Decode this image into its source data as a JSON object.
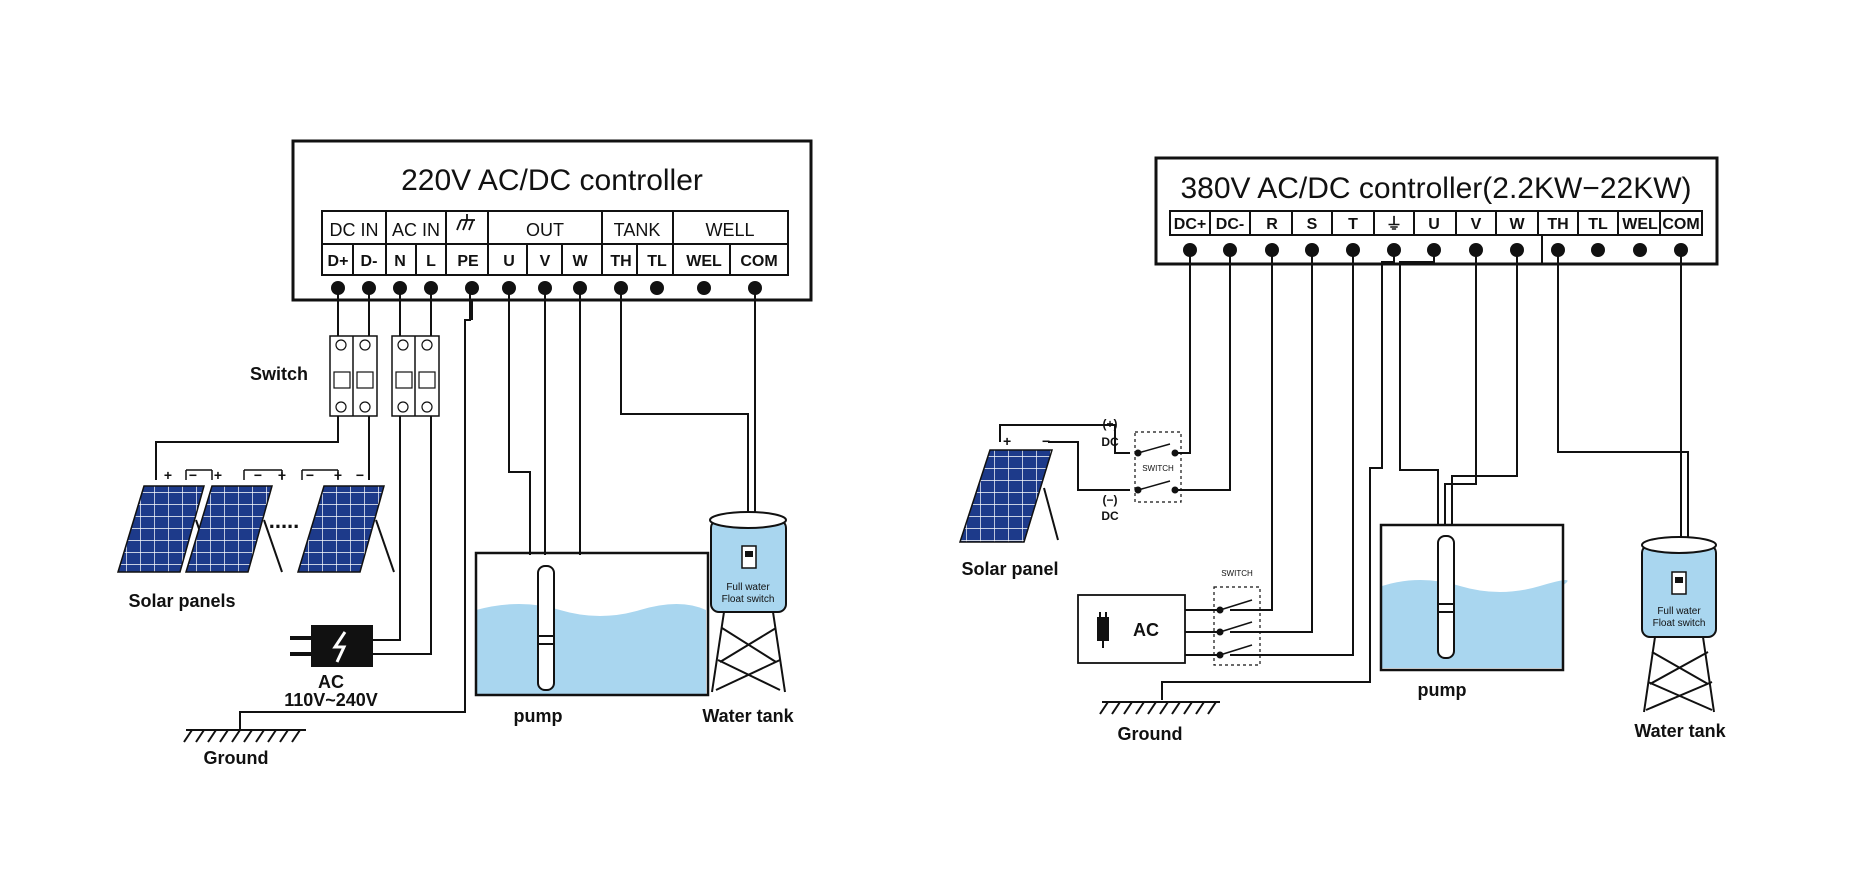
{
  "colors": {
    "line": "#111111",
    "water": "#a9d6ef",
    "panel": "#1d3a8a",
    "panel_grid": "#ffffff",
    "background": "#ffffff"
  },
  "left": {
    "title": "220V AC/DC controller",
    "groups": [
      "DC IN",
      "AC IN",
      "OUT",
      "TANK",
      "WELL"
    ],
    "ground_symbol": "ground-symbol-icon",
    "terminals": [
      "D+",
      "D-",
      "N",
      "L",
      "PE",
      "U",
      "V",
      "W",
      "TH",
      "TL",
      "WEL",
      "COM"
    ],
    "switch_label": "Switch",
    "solar_label": "Solar panels",
    "ac_label": "AC",
    "ac_range": "110V~240V",
    "ground_label": "Ground",
    "pump_label": "pump",
    "tank_label": "Water tank",
    "float_line1": "Full water",
    "float_line2": "Float switch",
    "panel_signs": [
      "+",
      "−",
      "+",
      "−",
      "+",
      "−",
      "+",
      "−"
    ],
    "dots": "....."
  },
  "right": {
    "title": "380V AC/DC controller(2.2KW−22KW)",
    "terminals": [
      "DC+",
      "DC-",
      "R",
      "S",
      "T",
      "⏚",
      "U",
      "V",
      "W",
      "TH",
      "TL",
      "WEL",
      "COM"
    ],
    "solar_label": "Solar panel",
    "solar_plus": "+",
    "solar_minus": "−",
    "dc_plus": "(+)",
    "dc_plus_label": "DC",
    "dc_minus": "(−)",
    "dc_minus_label": "DC",
    "switch_small": "SWITCH",
    "switch_top": "SWITCH",
    "ac_label": "AC",
    "ground_label": "Ground",
    "pump_label": "pump",
    "tank_label": "Water tank",
    "float_line1": "Full water",
    "float_line2": "Float switch"
  }
}
